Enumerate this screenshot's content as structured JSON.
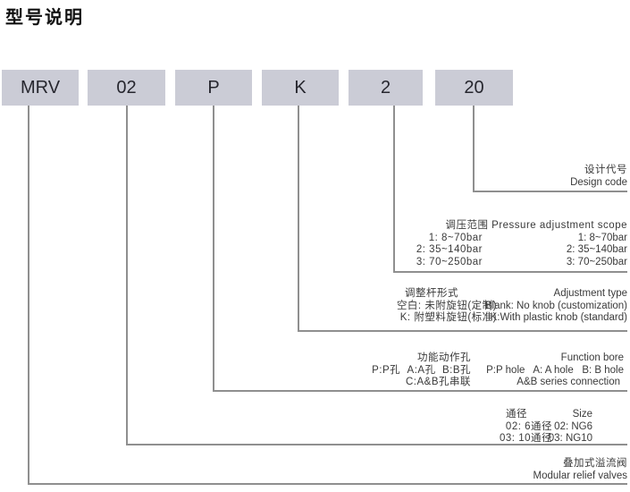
{
  "title": "型号说明",
  "model_code": {
    "segments": [
      "MRV",
      "02",
      "P",
      "K",
      "2",
      "20"
    ]
  },
  "design_code": {
    "zh": "设计代号",
    "en": "Design code"
  },
  "pressure": {
    "header": "调压范围 Pressure adjustment scope",
    "rows": [
      {
        "zh": "1: 8~70bar",
        "en": "1: 8~70bar"
      },
      {
        "zh": "2: 35~140bar",
        "en": "2: 35~140bar"
      },
      {
        "zh": "3: 70~250bar",
        "en": "3: 70~250bar"
      }
    ]
  },
  "adjustment": {
    "header_zh": "调整杆形式",
    "header_en": "Adjustment type",
    "rows": [
      {
        "zh": "空白: 未附旋钮(定制)",
        "en": "Blank: No knob (customization)"
      },
      {
        "zh": "K: 附塑料旋钮(标准)",
        "en": "K:With plastic knob (standard)"
      }
    ]
  },
  "function_bore": {
    "header_zh": "功能动作孔",
    "header_en": "Function bore",
    "rows": [
      {
        "zh": "P:P孔  A:A孔  B:B孔",
        "en": "P:P hole   A: A hole   B: B hole"
      },
      {
        "zh": "C:A&B孔串联",
        "en": "A&B series connection"
      }
    ]
  },
  "size": {
    "header_zh": "通径",
    "header_en": "Size",
    "rows": [
      {
        "zh": "02: 6通径",
        "en": "02: NG6"
      },
      {
        "zh": "03: 10通径",
        "en": "03: NG10"
      }
    ]
  },
  "product": {
    "zh": "叠加式溢流阀",
    "en": "Modular relief valves"
  },
  "colors": {
    "box_fill": "#cbccd6",
    "line": "#8f8f8f",
    "text": "#3a3a3a"
  }
}
